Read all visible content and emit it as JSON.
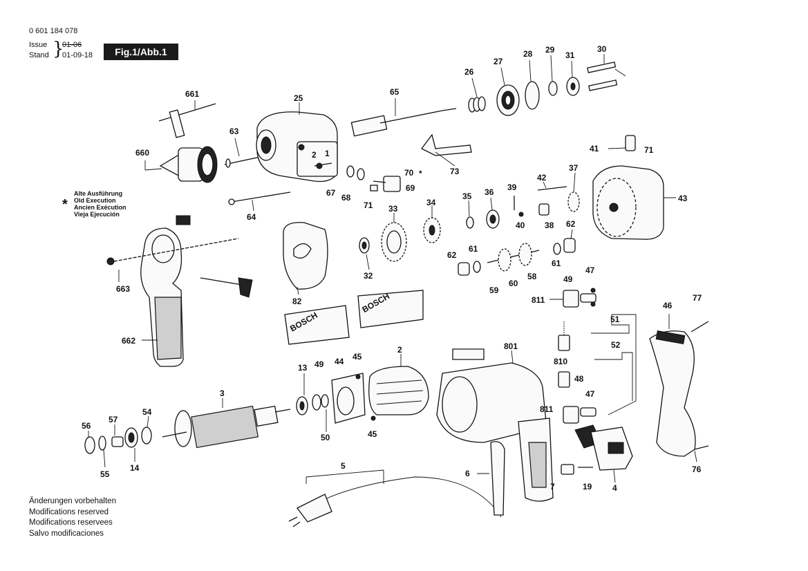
{
  "header": {
    "part_number": "0 601 184 078",
    "issue_label": "Issue",
    "stand_label": "Stand",
    "issue_old": "01-06",
    "issue_new": "01-09-18",
    "figure_label": "Fig.1/Abb.1"
  },
  "legacy_note": {
    "symbol": "*",
    "lines": [
      "Alte Ausführung",
      "Old Execution",
      "Ancien Exécution",
      "Vieja Ejecución"
    ]
  },
  "footer": {
    "lines": [
      "Änderungen vorbehalten",
      "Modifications reserved",
      "Modifications reservees",
      "Salvo modificaciones"
    ]
  },
  "labels": {
    "p661": "661",
    "p660": "660",
    "p63": "63",
    "p25": "25",
    "p65": "65",
    "p26": "26",
    "p27": "27",
    "p28": "28",
    "p29": "29",
    "p31": "31",
    "p30": "30",
    "p70": "70",
    "p70star": "*",
    "p73": "73",
    "p67": "67",
    "p68": "68",
    "p69": "69",
    "p71a": "71",
    "p64": "64",
    "p41": "41",
    "p71b": "71",
    "p43": "43",
    "p42": "42",
    "p37": "37",
    "p39": "39",
    "p40": "40",
    "p38": "38",
    "p35": "35",
    "p36": "36",
    "p33": "33",
    "p34": "34",
    "p32": "32",
    "p62a": "62",
    "p62b": "62",
    "p61a": "61",
    "p61b": "61",
    "p59": "59",
    "p60": "60",
    "p58": "58",
    "p82": "82",
    "p663": "663",
    "p662": "662",
    "p47a": "47",
    "p49a": "49",
    "p811a": "811",
    "p46": "46",
    "p77": "77",
    "p51": "51",
    "p52": "52",
    "p810": "810",
    "p48": "48",
    "p47b": "47",
    "p811b": "811",
    "p801": "801",
    "p2": "2",
    "p45a": "45",
    "p44": "44",
    "p49b": "49",
    "p13": "13",
    "p3": "3",
    "p50": "50",
    "p45b": "45",
    "p56": "56",
    "p57": "57",
    "p54": "54",
    "p55": "55",
    "p14": "14",
    "p5": "5",
    "p6": "6",
    "p7": "7",
    "p19": "19",
    "p4": "4",
    "p76": "76"
  },
  "brand_marks": [
    "BOSCH",
    "BOSCH"
  ],
  "housing_marks": [
    "2",
    "1"
  ]
}
